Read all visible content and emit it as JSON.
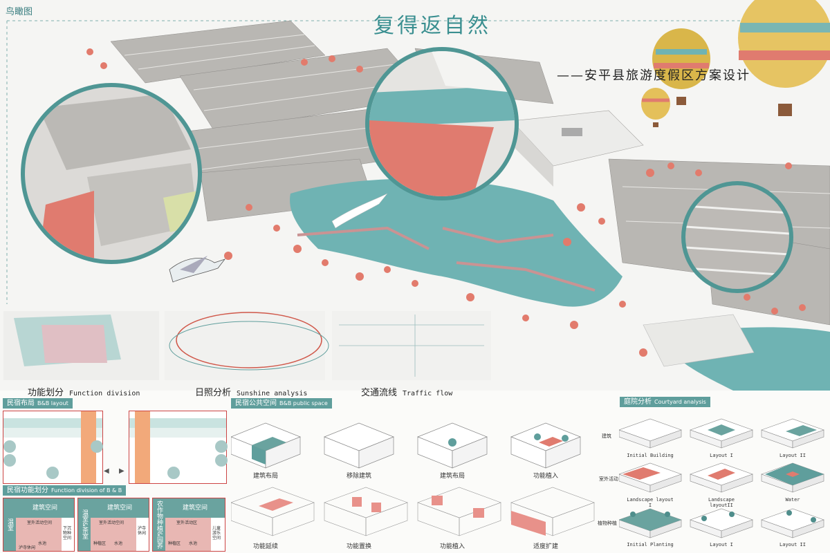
{
  "aerial": {
    "corner_label": "鸟瞰图",
    "title": "复得返自然",
    "subtitle": "——安平县旅游度假区方案设计"
  },
  "analysis": {
    "function_division": {
      "cn": "功能划分",
      "en": "Function division"
    },
    "sunshine": {
      "cn": "日照分析",
      "en": "Sunshine analysis"
    },
    "traffic": {
      "cn": "交通流线",
      "en": "Traffic flow"
    }
  },
  "bnb_layout": {
    "cn": "民宿布局",
    "en": "B&B layout"
  },
  "bnb_function": {
    "cn": "民宿功能划分",
    "en": "Function division of B & B",
    "panels": [
      {
        "side": "温室",
        "head": "建筑空间",
        "pink": "室外活动空间",
        "left": "泸寺休闲",
        "mid": "水池",
        "right": "下沉物种空间"
      },
      {
        "side": "温室&茶室",
        "head": "建筑空间",
        "pink": "室外活动空间",
        "left": "种植区",
        "mid": "水池",
        "right": "泸寺休闲"
      },
      {
        "side": "农作物种植&园养",
        "head": "建筑空间",
        "pink": "室外活动区",
        "left": "种植区",
        "mid": "水池",
        "right": "儿童游乐空间"
      }
    ]
  },
  "bnb_public": {
    "cn": "民宿公共空间",
    "en": "B&B public space",
    "captions": [
      "建筑布局",
      "移除建筑",
      "建筑布局",
      "功能植入",
      "功能延续",
      "功能置换",
      "功能植入",
      "适度扩建"
    ]
  },
  "courtyard": {
    "cn": "庭院分析",
    "en": "Courtyard analysis",
    "rows": [
      "建筑",
      "室外活动",
      "植物种植"
    ],
    "captions": [
      "Initial Building",
      "Layout I",
      "Layout II",
      "Landscape layout I",
      "Landscape layoutII",
      "Water",
      "Initial Planting",
      "Layout I",
      "Layout II"
    ]
  },
  "colors": {
    "teal": "#5f9e9c",
    "water": "#6fb3b3",
    "coral": "#e07b6f",
    "accent_pink": "#e8b7b3",
    "orange": "#f2a97a"
  }
}
